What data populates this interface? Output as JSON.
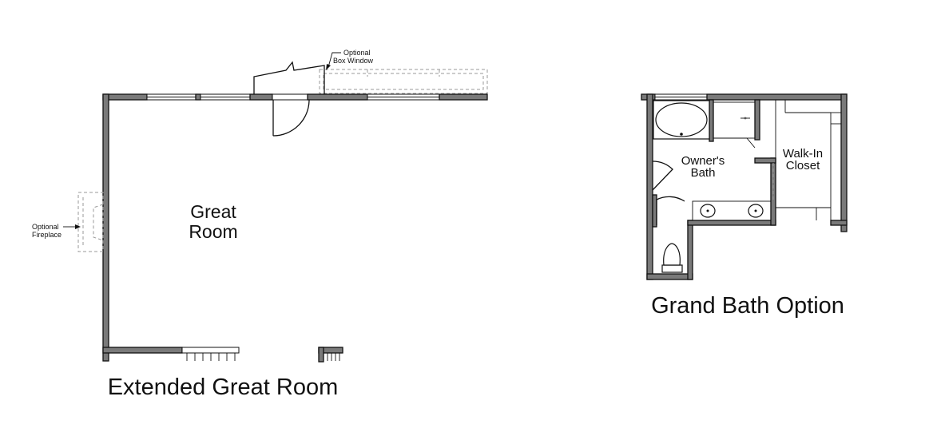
{
  "plans": {
    "extended": {
      "title": "Extended Great Room",
      "room_label_line1": "Great",
      "room_label_line2": "Room",
      "note_box_window_line1": "Optional",
      "note_box_window_line2": "Box Window",
      "note_fireplace_line1": "Optional",
      "note_fireplace_line2": "Fireplace"
    },
    "grand_bath": {
      "title": "Grand Bath Option",
      "bath_label_line1": "Owner's",
      "bath_label_line2": "Bath",
      "closet_label_line1": "Walk-In",
      "closet_label_line2": "Closet"
    }
  }
}
